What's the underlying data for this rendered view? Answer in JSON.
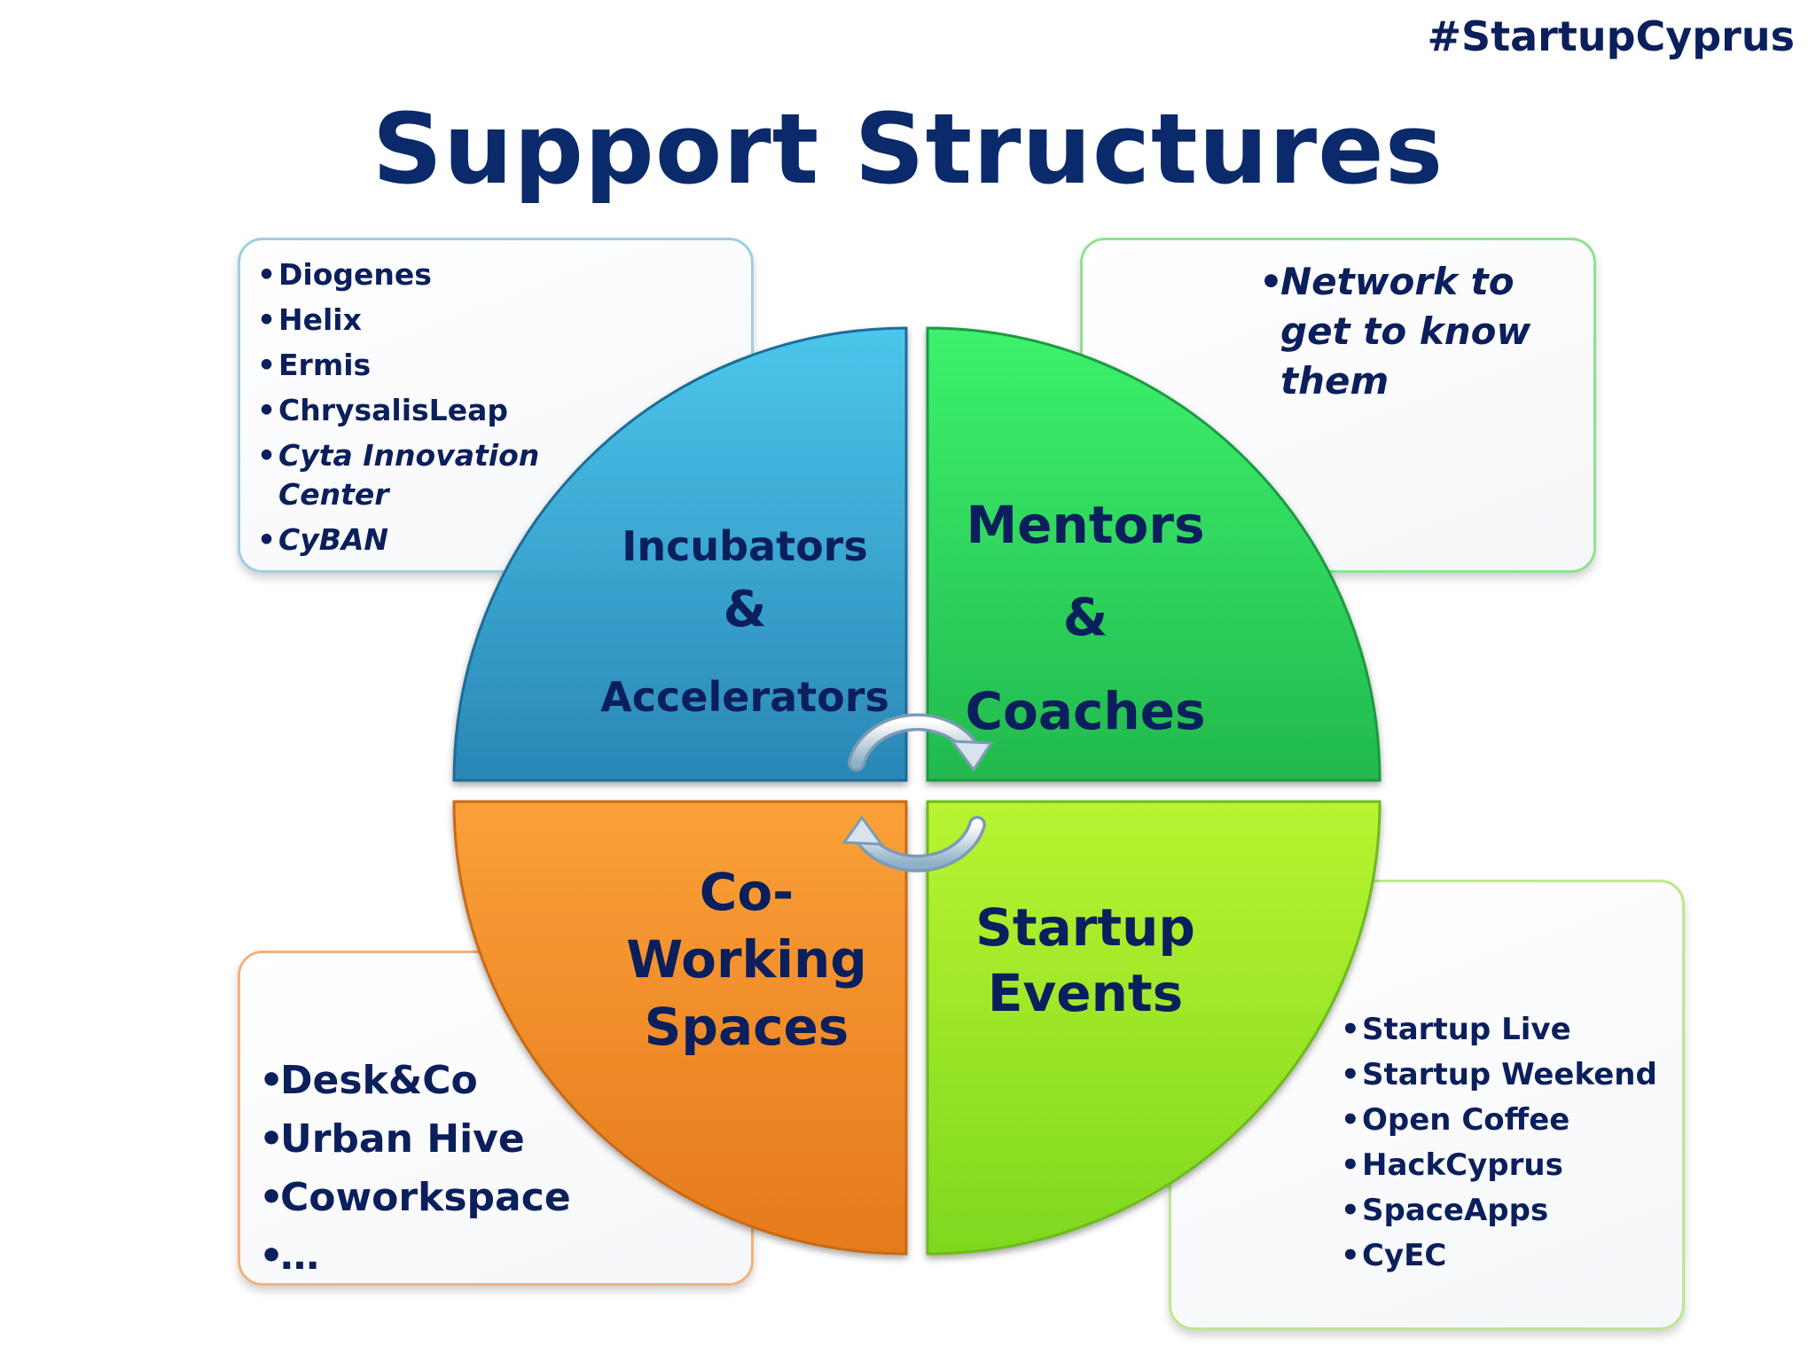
{
  "hashtag": "#StartupCyprus",
  "title": "Support Structures",
  "quadrants": {
    "incubators": {
      "line1": "Incubators",
      "line2": "&",
      "line3": "Accelerators",
      "color": "#2f9fd0",
      "items": [
        {
          "text": "Diogenes",
          "italic": false
        },
        {
          "text": "Helix",
          "italic": false
        },
        {
          "text": "Ermis",
          "italic": false
        },
        {
          "text": "ChrysalisLeap",
          "italic": false
        },
        {
          "text": "Cyta Innovation Center",
          "italic": true
        },
        {
          "text": "CyBAN",
          "italic": true
        }
      ]
    },
    "mentors": {
      "line1": "Mentors",
      "line2": "&",
      "line3": "Coaches",
      "color": "#28d35e",
      "items": [
        {
          "text": "Network to get to know them",
          "italic": true
        }
      ]
    },
    "coworking": {
      "line1": "Co-",
      "line2": "Working",
      "line3": "Spaces",
      "color": "#f5901e",
      "items": [
        {
          "text": "Desk&Co",
          "italic": false
        },
        {
          "text": "Urban Hive",
          "italic": false
        },
        {
          "text": "Coworkspace",
          "italic": false
        },
        {
          "text": "…",
          "italic": false
        }
      ]
    },
    "events": {
      "line1": "Startup",
      "line2": "Events",
      "color": "#9fe626",
      "items": [
        {
          "text": "Startup Live",
          "italic": false
        },
        {
          "text": "Startup Weekend",
          "italic": false
        },
        {
          "text": "Open Coffee",
          "italic": false
        },
        {
          "text": "HackCyprus",
          "italic": false
        },
        {
          "text": "SpaceApps",
          "italic": false
        },
        {
          "text": "CyEC",
          "italic": false
        }
      ]
    }
  },
  "center_icon": "cycle-arrows-icon"
}
